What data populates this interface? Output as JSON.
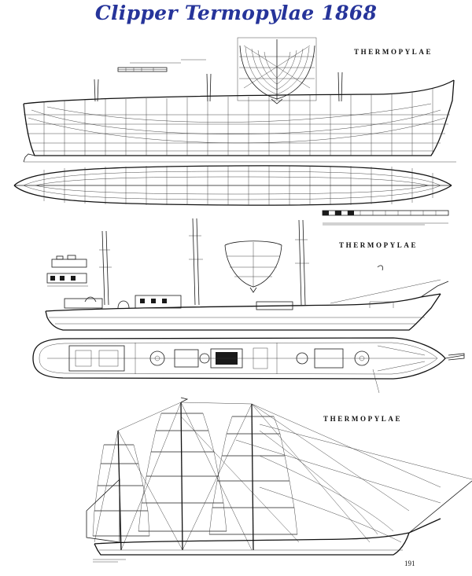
{
  "title": "Clipper Termopylae 1868",
  "colors": {
    "title": "#26349a",
    "ink": "#1a1a1a",
    "paper": "#ffffff"
  },
  "plates": [
    {
      "label": "THERMOPYLAE"
    },
    {
      "label": "THERMOPYLAE"
    },
    {
      "label": "THERMOPYLAE"
    }
  ],
  "page_number": "191"
}
